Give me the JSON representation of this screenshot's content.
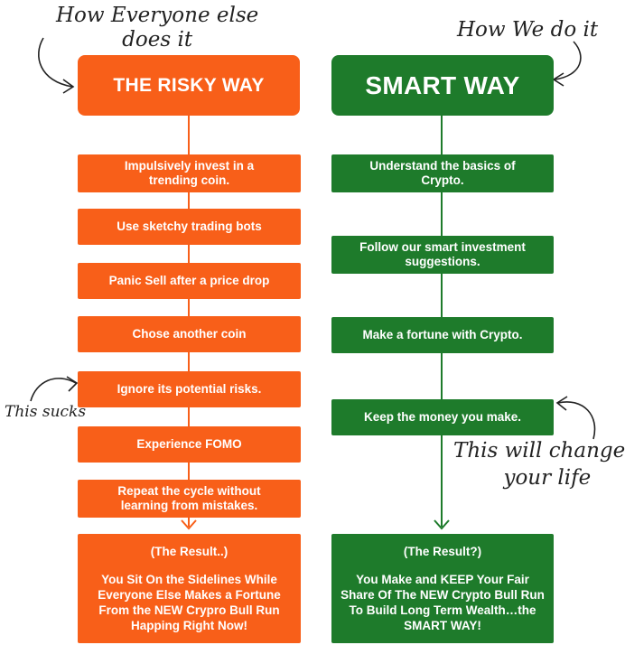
{
  "annotations": {
    "left_top_line1": "How Everyone else",
    "left_top_line2": "does it",
    "right_top": "How We do it",
    "this_sucks": "This sucks",
    "change_line1": "This will change",
    "change_line2": "your life"
  },
  "risky": {
    "header": "THE RISKY WAY",
    "steps": [
      [
        "Impulsively invest in a",
        "trending coin."
      ],
      [
        "Use sketchy trading bots"
      ],
      [
        "Panic Sell after a price drop"
      ],
      [
        "Chose another coin"
      ],
      [
        "Ignore its potential risks."
      ],
      [
        "Experience FOMO"
      ],
      [
        "Repeat the cycle without",
        "learning from mistakes."
      ]
    ],
    "result_title": "(The Result..)",
    "result_lines": [
      "You Sit On the Sidelines While",
      "Everyone Else Makes a Fortune",
      "From the NEW Crypro Bull Run",
      "Happing Right Now!"
    ]
  },
  "smart": {
    "header": "SMART WAY",
    "steps": [
      [
        "Understand the basics of",
        "Crypto."
      ],
      [
        "Follow our smart investment",
        "suggestions."
      ],
      [
        "Make a fortune with Crypto."
      ],
      [
        "Keep the money you make."
      ]
    ],
    "result_title": "(The Result?)",
    "result_lines": [
      "You Make and KEEP Your Fair",
      "Share Of The NEW Crypto Bull Run",
      "To Build Long Term Wealth…the",
      "SMART WAY!"
    ]
  },
  "colors": {
    "orange": "#f85f19",
    "green": "#1e7b2b"
  }
}
